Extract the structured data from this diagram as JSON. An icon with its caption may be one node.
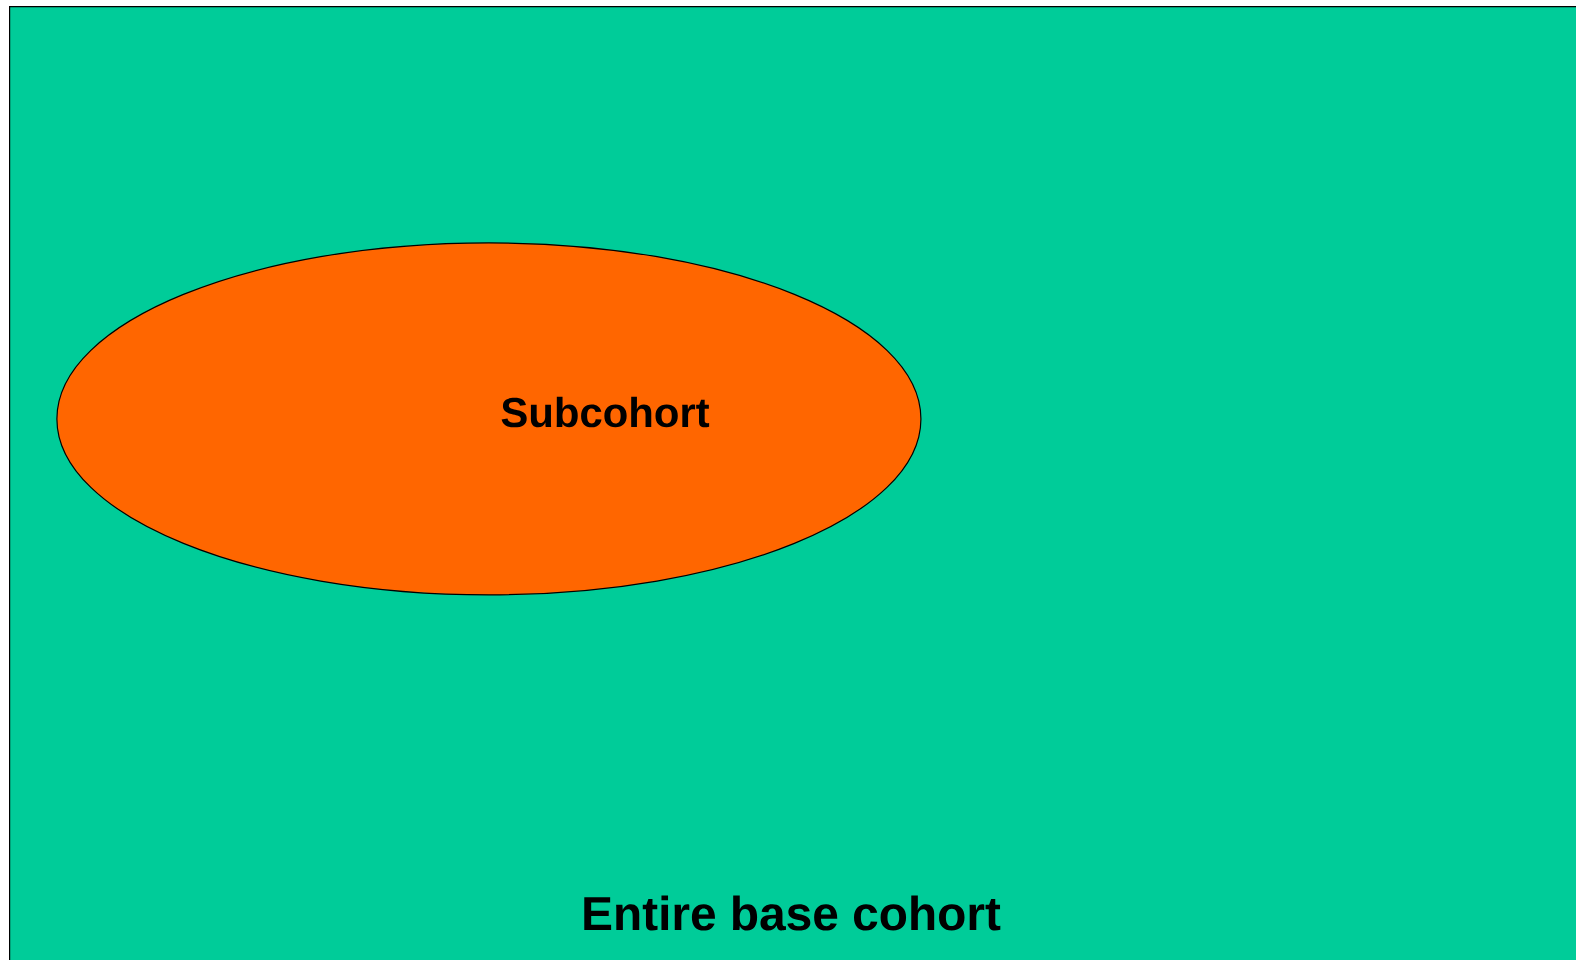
{
  "diagram": {
    "nodes": [
      {
        "text": [
          "Entire base cohort"
        ]
      },
      {
        "text": [
          "Subcohort"
        ],
        "in": 0
      }
    ]
  }
}
